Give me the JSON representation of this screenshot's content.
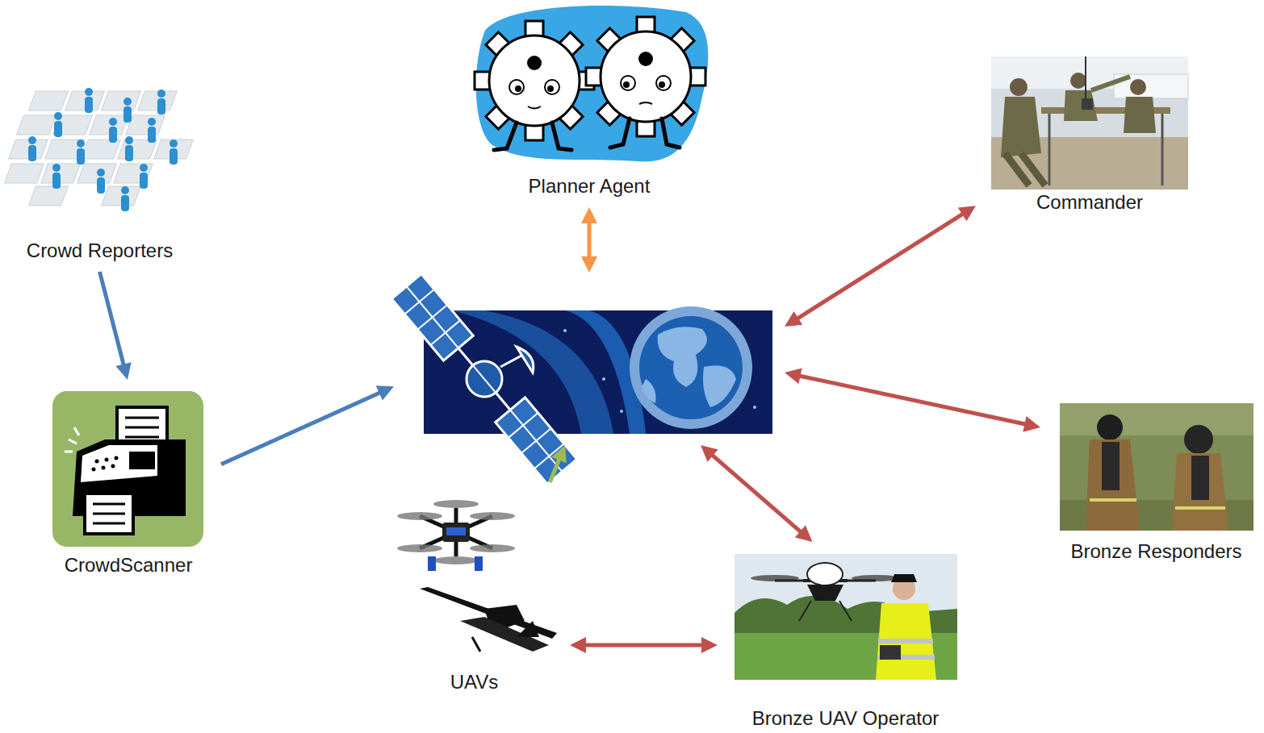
{
  "diagram": {
    "nodes": [
      {
        "text": [
          "Planner Agent"
        ]
      },
      {
        "text": [
          "Commander"
        ]
      },
      {
        "text": [
          "Crowd Reporters"
        ]
      },
      {
        "text": []
      },
      {
        "text": [
          "CrowdScanner"
        ]
      },
      {
        "text": [
          "Bronze Responders"
        ]
      },
      {
        "text": [
          "UAVs"
        ]
      },
      {
        "text": [
          "Bronze UAV Operator"
        ]
      }
    ],
    "edges": [
      {
        "from": 2,
        "to": 4,
        "arrow": "to"
      },
      {
        "from": 4,
        "to": 3,
        "arrow": "to"
      },
      {
        "from": 0,
        "to": 3,
        "arrow": "both"
      },
      {
        "from": 1,
        "to": 3,
        "arrow": "both"
      },
      {
        "from": 3,
        "to": 5,
        "arrow": "both"
      },
      {
        "from": 3,
        "to": 7,
        "arrow": "both"
      },
      {
        "from": 6,
        "to": 3,
        "arrow": "to"
      },
      {
        "from": 6,
        "to": 7,
        "arrow": "both"
      }
    ]
  }
}
